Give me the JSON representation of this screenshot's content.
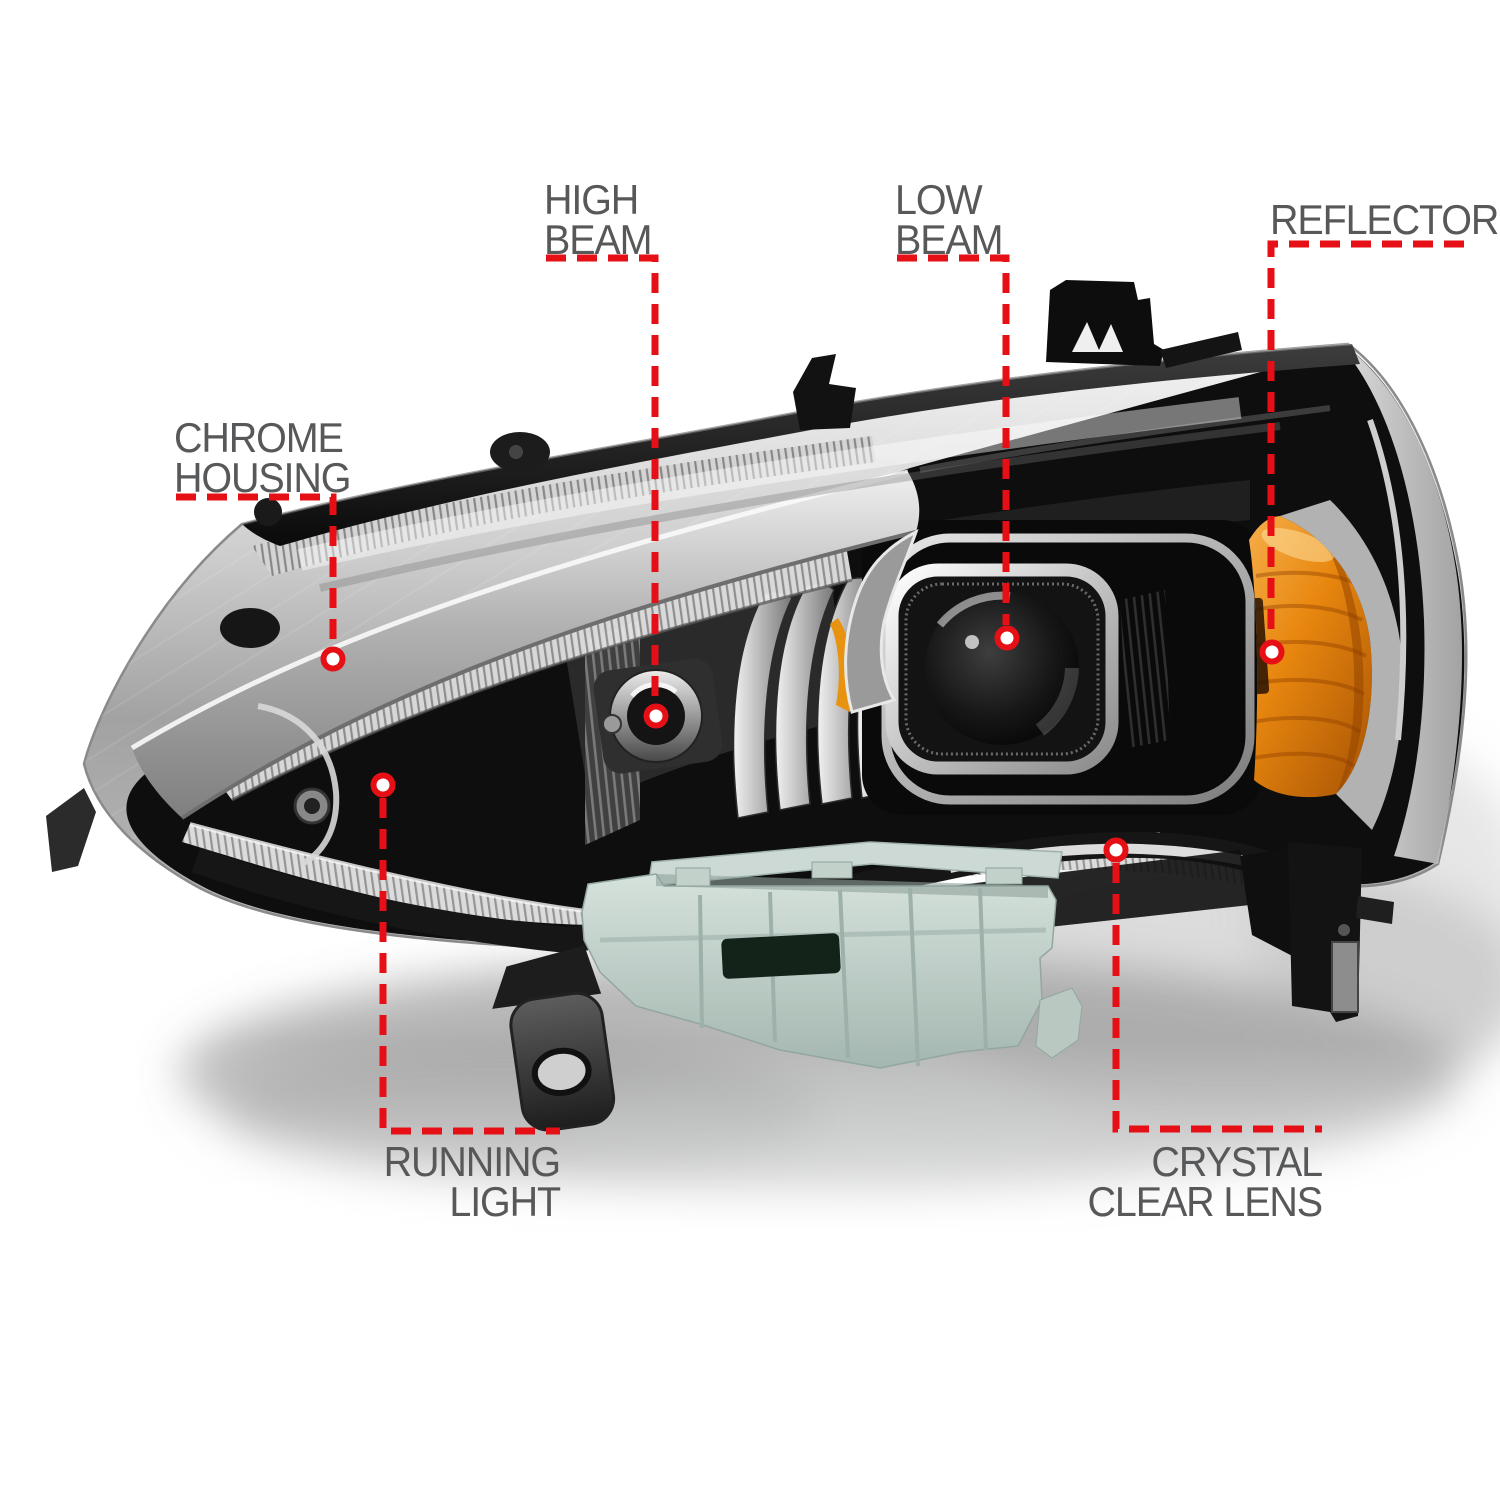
{
  "image_type": "annotated product diagram of a car projector headlight assembly",
  "callouts": {
    "high_beam": {
      "line1": "HIGH",
      "line2": "BEAM"
    },
    "low_beam": {
      "line1": "LOW",
      "line2": "BEAM"
    },
    "reflector": {
      "line1": "REFLECTOR",
      "line2": ""
    },
    "chrome_housing": {
      "line1": "CHROME",
      "line2": "HOUSING"
    },
    "running_light": {
      "line1": "RUNNING",
      "line2": "LIGHT"
    },
    "crystal_clear_lens": {
      "line1": "CRYSTAL",
      "line2": "CLEAR LENS"
    }
  },
  "colors": {
    "callout_red": "#e60f16",
    "label_gray": "#57585a",
    "amber_reflector": "#e8870f",
    "bracket_sage": "#c2d2cb",
    "background": "#ffffff"
  }
}
